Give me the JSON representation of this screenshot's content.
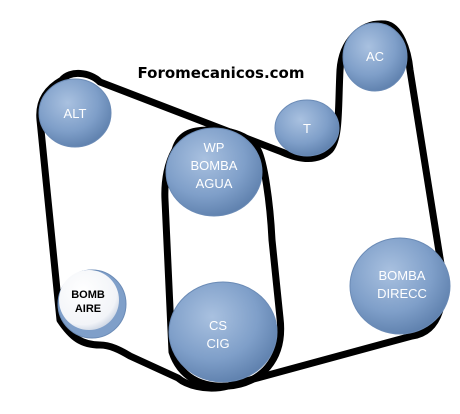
{
  "title": "Foromecanicos.com",
  "colors": {
    "belt": "#000000",
    "pulley": "#7f9fc9",
    "pulley_highlight": "#a9c1e0",
    "pulley_shadow": "#5c7eab",
    "label_light": "#ffffff",
    "label_dark": "#000000",
    "white_pulley": "#ffffff"
  },
  "pulleys": {
    "alt": {
      "label": "ALT"
    },
    "ac": {
      "label": "AC"
    },
    "t": {
      "label": "T"
    },
    "wp": {
      "line1": "WP",
      "line2": "BOMBA",
      "line3": "AGUA"
    },
    "bomba_aire": {
      "line1": "BOMB",
      "line2": "AIRE"
    },
    "cs": {
      "line1": "CS",
      "line2": "CIG"
    },
    "bomba_direcc": {
      "line1": "BOMBA",
      "line2": "DIRECC"
    }
  }
}
